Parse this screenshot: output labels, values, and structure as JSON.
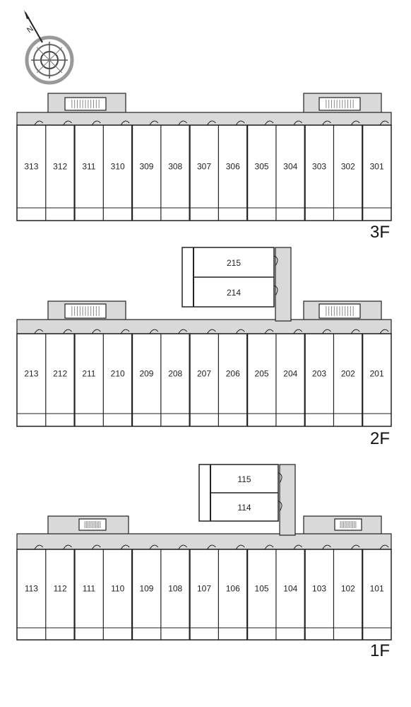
{
  "floors": [
    {
      "label": "3F",
      "units": [
        "313",
        "312",
        "311",
        "310",
        "309",
        "308",
        "307",
        "306",
        "305",
        "304",
        "303",
        "302",
        "301"
      ],
      "annex": []
    },
    {
      "label": "2F",
      "units": [
        "213",
        "212",
        "211",
        "210",
        "209",
        "208",
        "207",
        "206",
        "205",
        "204",
        "203",
        "202",
        "201"
      ],
      "annex": [
        "215",
        "214"
      ]
    },
    {
      "label": "1F",
      "units": [
        "113",
        "112",
        "111",
        "110",
        "109",
        "108",
        "107",
        "106",
        "105",
        "104",
        "103",
        "102",
        "101"
      ],
      "annex": [
        "115",
        "114"
      ]
    }
  ],
  "compass": {
    "direction": "N",
    "icon": "compass-icon"
  },
  "colors": {
    "line": "#222222",
    "corridor": "#d9d9d9",
    "stair": "#888888"
  }
}
